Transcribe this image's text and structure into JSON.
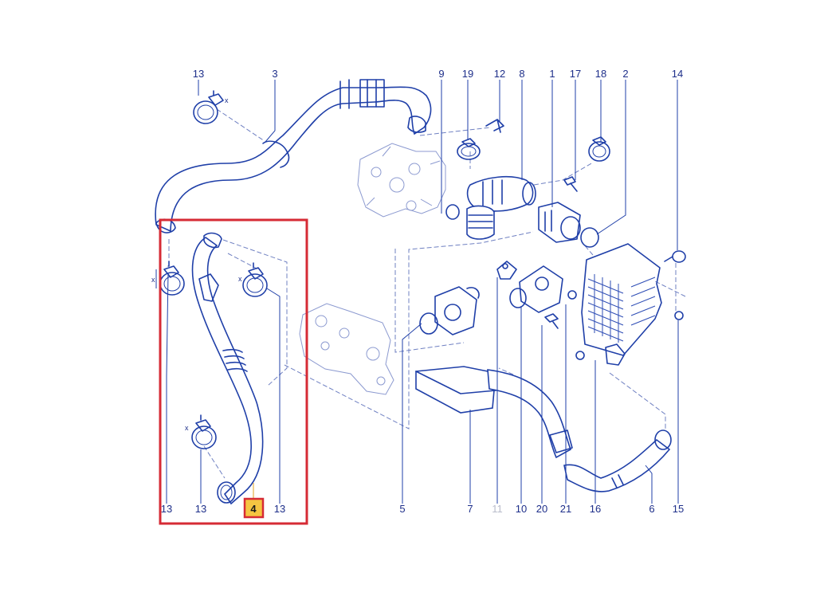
{
  "diagram": {
    "highlight_color": "#d62b35",
    "selected_color": "#f5c542",
    "line_color": "#1f3fa8",
    "labels": {
      "top_13": "13",
      "top_3": "3",
      "top_9": "9",
      "top_19": "19",
      "top_12": "12",
      "top_8": "8",
      "top_1": "1",
      "top_17": "17",
      "top_18": "18",
      "top_2": "2",
      "top_14": "14",
      "bot_13a": "13",
      "bot_13b": "13",
      "bot_4": "4",
      "bot_13c": "13",
      "bot_5": "5",
      "bot_7": "7",
      "bot_11": "11",
      "bot_10": "10",
      "bot_20": "20",
      "bot_21": "21",
      "bot_16": "16",
      "bot_6": "6",
      "bot_15": "15"
    },
    "clamp_mark": "x"
  }
}
